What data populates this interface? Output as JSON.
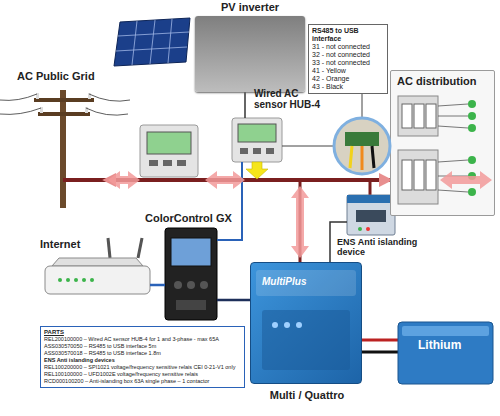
{
  "diagram": {
    "nodes": [
      {
        "text": [
          "PV inverter"
        ]
      },
      {
        "text": [
          "AC Public Grid"
        ]
      },
      {
        "text": [
          "Wired AC sensor HUB-4"
        ]
      },
      {
        "text": [
          "RS485 to USB interface",
          "31 - not connected",
          "32 - not connected",
          "33 - not connected",
          "41 - Yellow",
          "42 - Orange",
          "43 - Black"
        ]
      },
      {
        "text": [
          "AC distribution"
        ]
      },
      {
        "text": [
          "ENS Anti islanding device"
        ]
      },
      {
        "text": [
          "Internet"
        ]
      },
      {
        "text": [
          "ColorControl GX"
        ]
      },
      {
        "text": [
          "Multi / Quattro"
        ]
      },
      {
        "text": [
          "PARTS",
          "REL200100000 – Wired AC sensor HUB-4 for 1 and 3-phase - max 65A",
          "ASS030570050 – RS485 to USB interface 5m",
          "ASS030570018 – RS485 to USB interface 1.8m",
          "ENS Anti islanding devices",
          "REL100200000 – SPI1021 voltage/frequency sensitive relais CEI 0-21-V1 only",
          "REL100100000 – UFD1002E voltage/frequency sensitive relais",
          "RCD000100200 – Anti-islanding box 63A single phase – 1 contactor"
        ]
      }
    ],
    "edges": [
      {
        "from": 1,
        "to": 4,
        "arrow": "both"
      },
      {
        "from": 0,
        "to": 2,
        "arrow": "none"
      },
      {
        "from": 2,
        "to": 3,
        "arrow": "none"
      },
      {
        "from": 7,
        "to": 6,
        "arrow": "none"
      },
      {
        "from": 7,
        "to": 2,
        "arrow": "none"
      },
      {
        "from": 7,
        "to": 8,
        "arrow": "none"
      },
      {
        "from": 5,
        "to": 8,
        "arrow": "none"
      }
    ],
    "labels": [
      "MultiPlus",
      "Lithium"
    ]
  }
}
